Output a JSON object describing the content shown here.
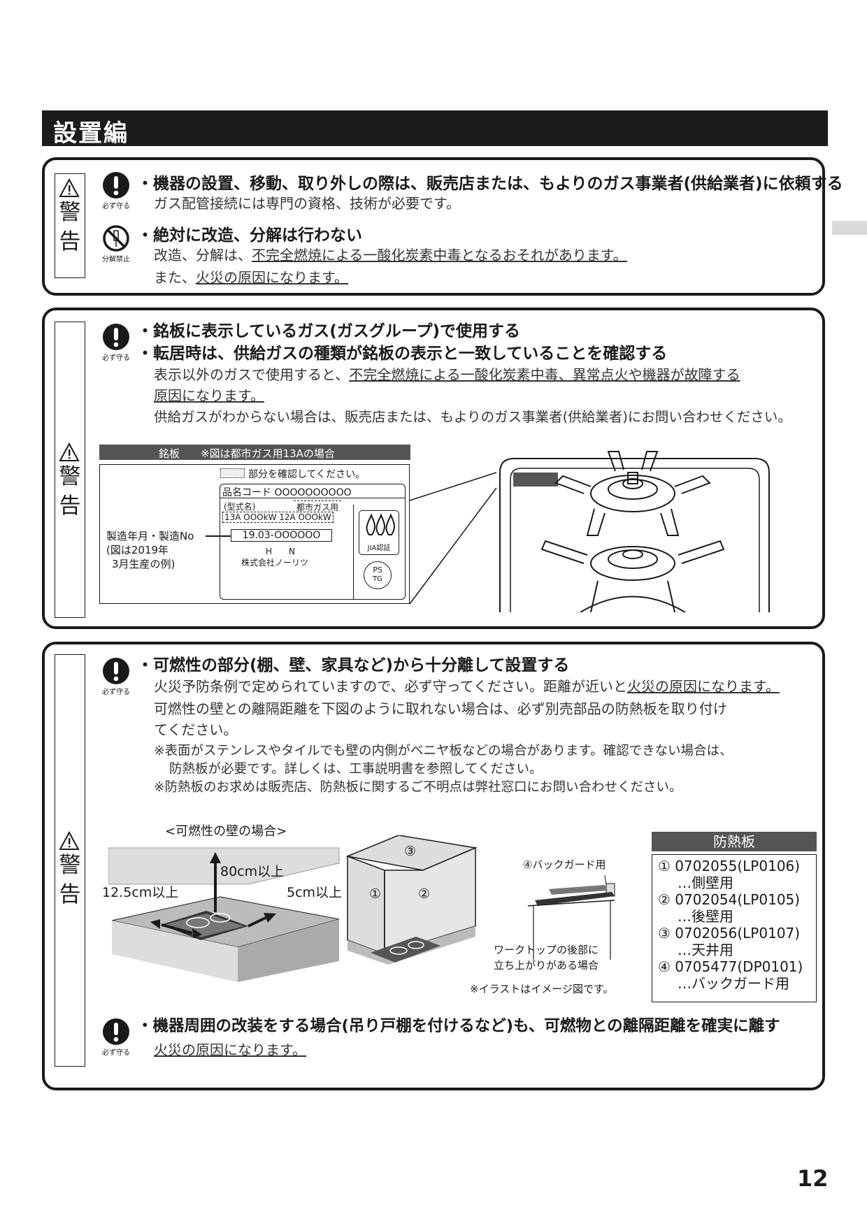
{
  "header": {
    "title": "設置編"
  },
  "warning_label": {
    "line1": "警",
    "line2": "告"
  },
  "symbols": {
    "must_do": "必ず守る",
    "no_disassembly": "分解禁止"
  },
  "block1": {
    "item1_title": "・機器の設置、移動、取り外しの際は、販売店または、もよりのガス事業者(供給業者)に依頼する",
    "item1_body": "ガス配管接続には専門の資格、技術が必要です。",
    "item2_title": "・絶対に改造、分解は行わない",
    "item2_body_pre": "改造、分解は、",
    "item2_body_u": "不完全燃焼による一酸化炭素中毒となるおそれがあります。",
    "item2_body2_pre": "また、",
    "item2_body2_u": "火災の原因になります。"
  },
  "block2": {
    "item1_title": "・銘板に表示しているガス(ガスグループ)で使用する",
    "item2_title": "・転居時は、供給ガスの種類が銘板の表示と一致していることを確認する",
    "body1_pre": "表示以外のガスで使用すると、",
    "body1_u": "不完全燃焼による一酸化炭素中毒、異常点火や機器が故障する",
    "body2_u": "原因になります。",
    "body3": "供給ガスがわからない場合は、販売店または、もよりのガス事業者(供給業者)にお問い合わせください。",
    "nameplate": {
      "title": "銘板",
      "title_note": "※図は都市ガス用13Aの場合",
      "confirm_note": "部分を確認してください。",
      "product_code": "品名コード OOOOOOOOOO",
      "model_label": "(型式名)",
      "gas_type": "都市ガス用",
      "rating": "13A OOOkW 12A OOOkW",
      "serial": "19.03-OOOOOO",
      "hn": "H　　N",
      "maker": "株式会社ノーリツ",
      "jia": "JIA認証",
      "ps": "PS",
      "tg": "TG",
      "date_label": "製造年月・製造No",
      "date_example1": "(図は2019年",
      "date_example2": "3月生産の例)"
    }
  },
  "block3": {
    "item1_title": "・可燃性の部分(棚、壁、家具など)から十分離して設置する",
    "body1_pre": "火災予防条例で定められていますので、必ず守ってください。距離が近いと",
    "body1_u": "火災の原因になります。",
    "body2": "可燃性の壁との離隔距離を下図のように取れない場合は、必ず別売部品の防熱板を取り付け",
    "body3": "てください。",
    "note1": "※表面がステンレスやタイルでも壁の内側がベニヤ板などの場合があります。確認できない場合は、",
    "note2": "防熱板が必要です。詳しくは、工事説明書を参照してください。",
    "note3": "※防熱板のお求めは販売店、防熱板に関するご不明点は弊社窓口にお問い合わせください。",
    "diagram": {
      "caption": "<可燃性の壁の場合>",
      "dist_top": "80cm以上",
      "dist_left": "12.5cm以上",
      "dist_right": "5cm以上",
      "n1": "①",
      "n2": "②",
      "n3": "③",
      "backguard": "④バックガード用",
      "worktop1": "ワークトップの後部に",
      "worktop2": "立ち上がりがある場合",
      "illust_note": "※イラストはイメージ図です。"
    },
    "shield": {
      "title": "防熱板",
      "items": [
        {
          "code": "① 0702055(LP0106)",
          "use": "…側壁用"
        },
        {
          "code": "② 0702054(LP0105)",
          "use": "…後壁用"
        },
        {
          "code": "③ 0702056(LP0107)",
          "use": "…天井用"
        },
        {
          "code": "④ 0705477(DP0101)",
          "use": "…バックガード用"
        }
      ]
    },
    "item2_title": "・機器周囲の改装をする場合(吊り戸棚を付けるなど)も、可燃物との離隔距離を確実に離す",
    "item2_body_u": "火災の原因になります。"
  },
  "page_number": "12"
}
